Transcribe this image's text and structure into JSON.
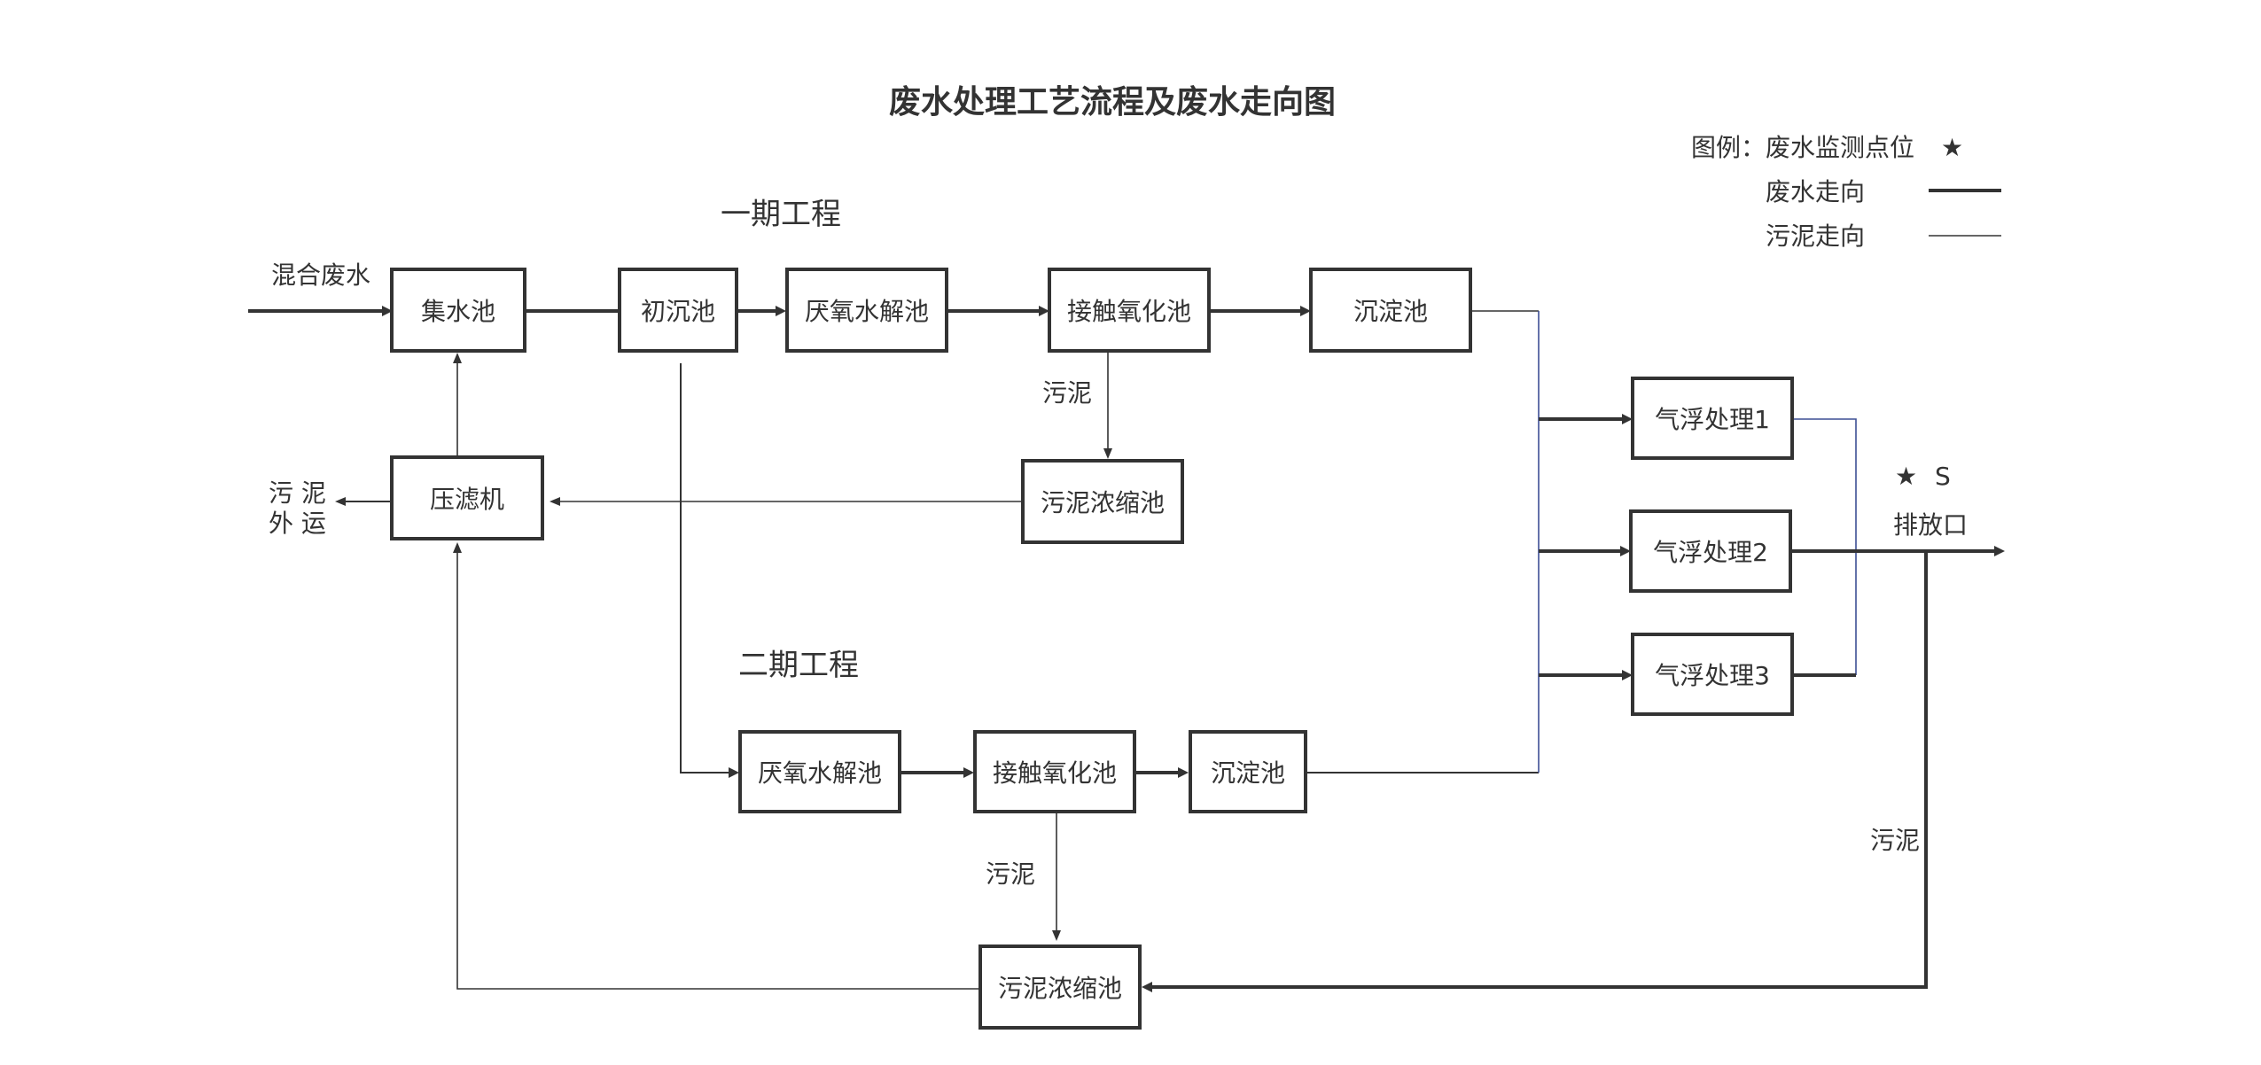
{
  "title": "废水处理工艺流程及废水走向图",
  "legend": {
    "prefix": "图例：",
    "monitor_label": "废水监测点位",
    "monitor_symbol": "★",
    "wastewater_label": "废水走向",
    "sludge_label": "污泥走向"
  },
  "phase1": {
    "label": "一期工程",
    "inflow_label": "混合废水",
    "collection_tank": "集水池",
    "primary_settling": "初沉池",
    "anaerobic_hydrolysis": "厌氧水解池",
    "contact_oxidation": "接触氧化池",
    "sedimentation": "沉淀池",
    "sludge_label": "污泥",
    "sludge_thickener": "污泥浓缩池",
    "filter_press": "压滤机",
    "sludge_out_line1": "污 泥",
    "sludge_out_line2": "外 运"
  },
  "phase2": {
    "label": "二期工程",
    "anaerobic_hydrolysis": "厌氧水解池",
    "contact_oxidation": "接触氧化池",
    "sedimentation": "沉淀池",
    "sludge_label": "污泥",
    "sludge_thickener": "污泥浓缩池"
  },
  "flotation": {
    "unit1": "气浮处理1",
    "unit2": "气浮处理2",
    "unit3": "气浮处理3"
  },
  "outlet": {
    "monitor_symbol": "★",
    "monitor_code": "S",
    "label": "排放口",
    "sludge_label": "污泥"
  },
  "colors": {
    "line": "#333333",
    "blue_line": "#3d4f94",
    "background": "#ffffff"
  }
}
